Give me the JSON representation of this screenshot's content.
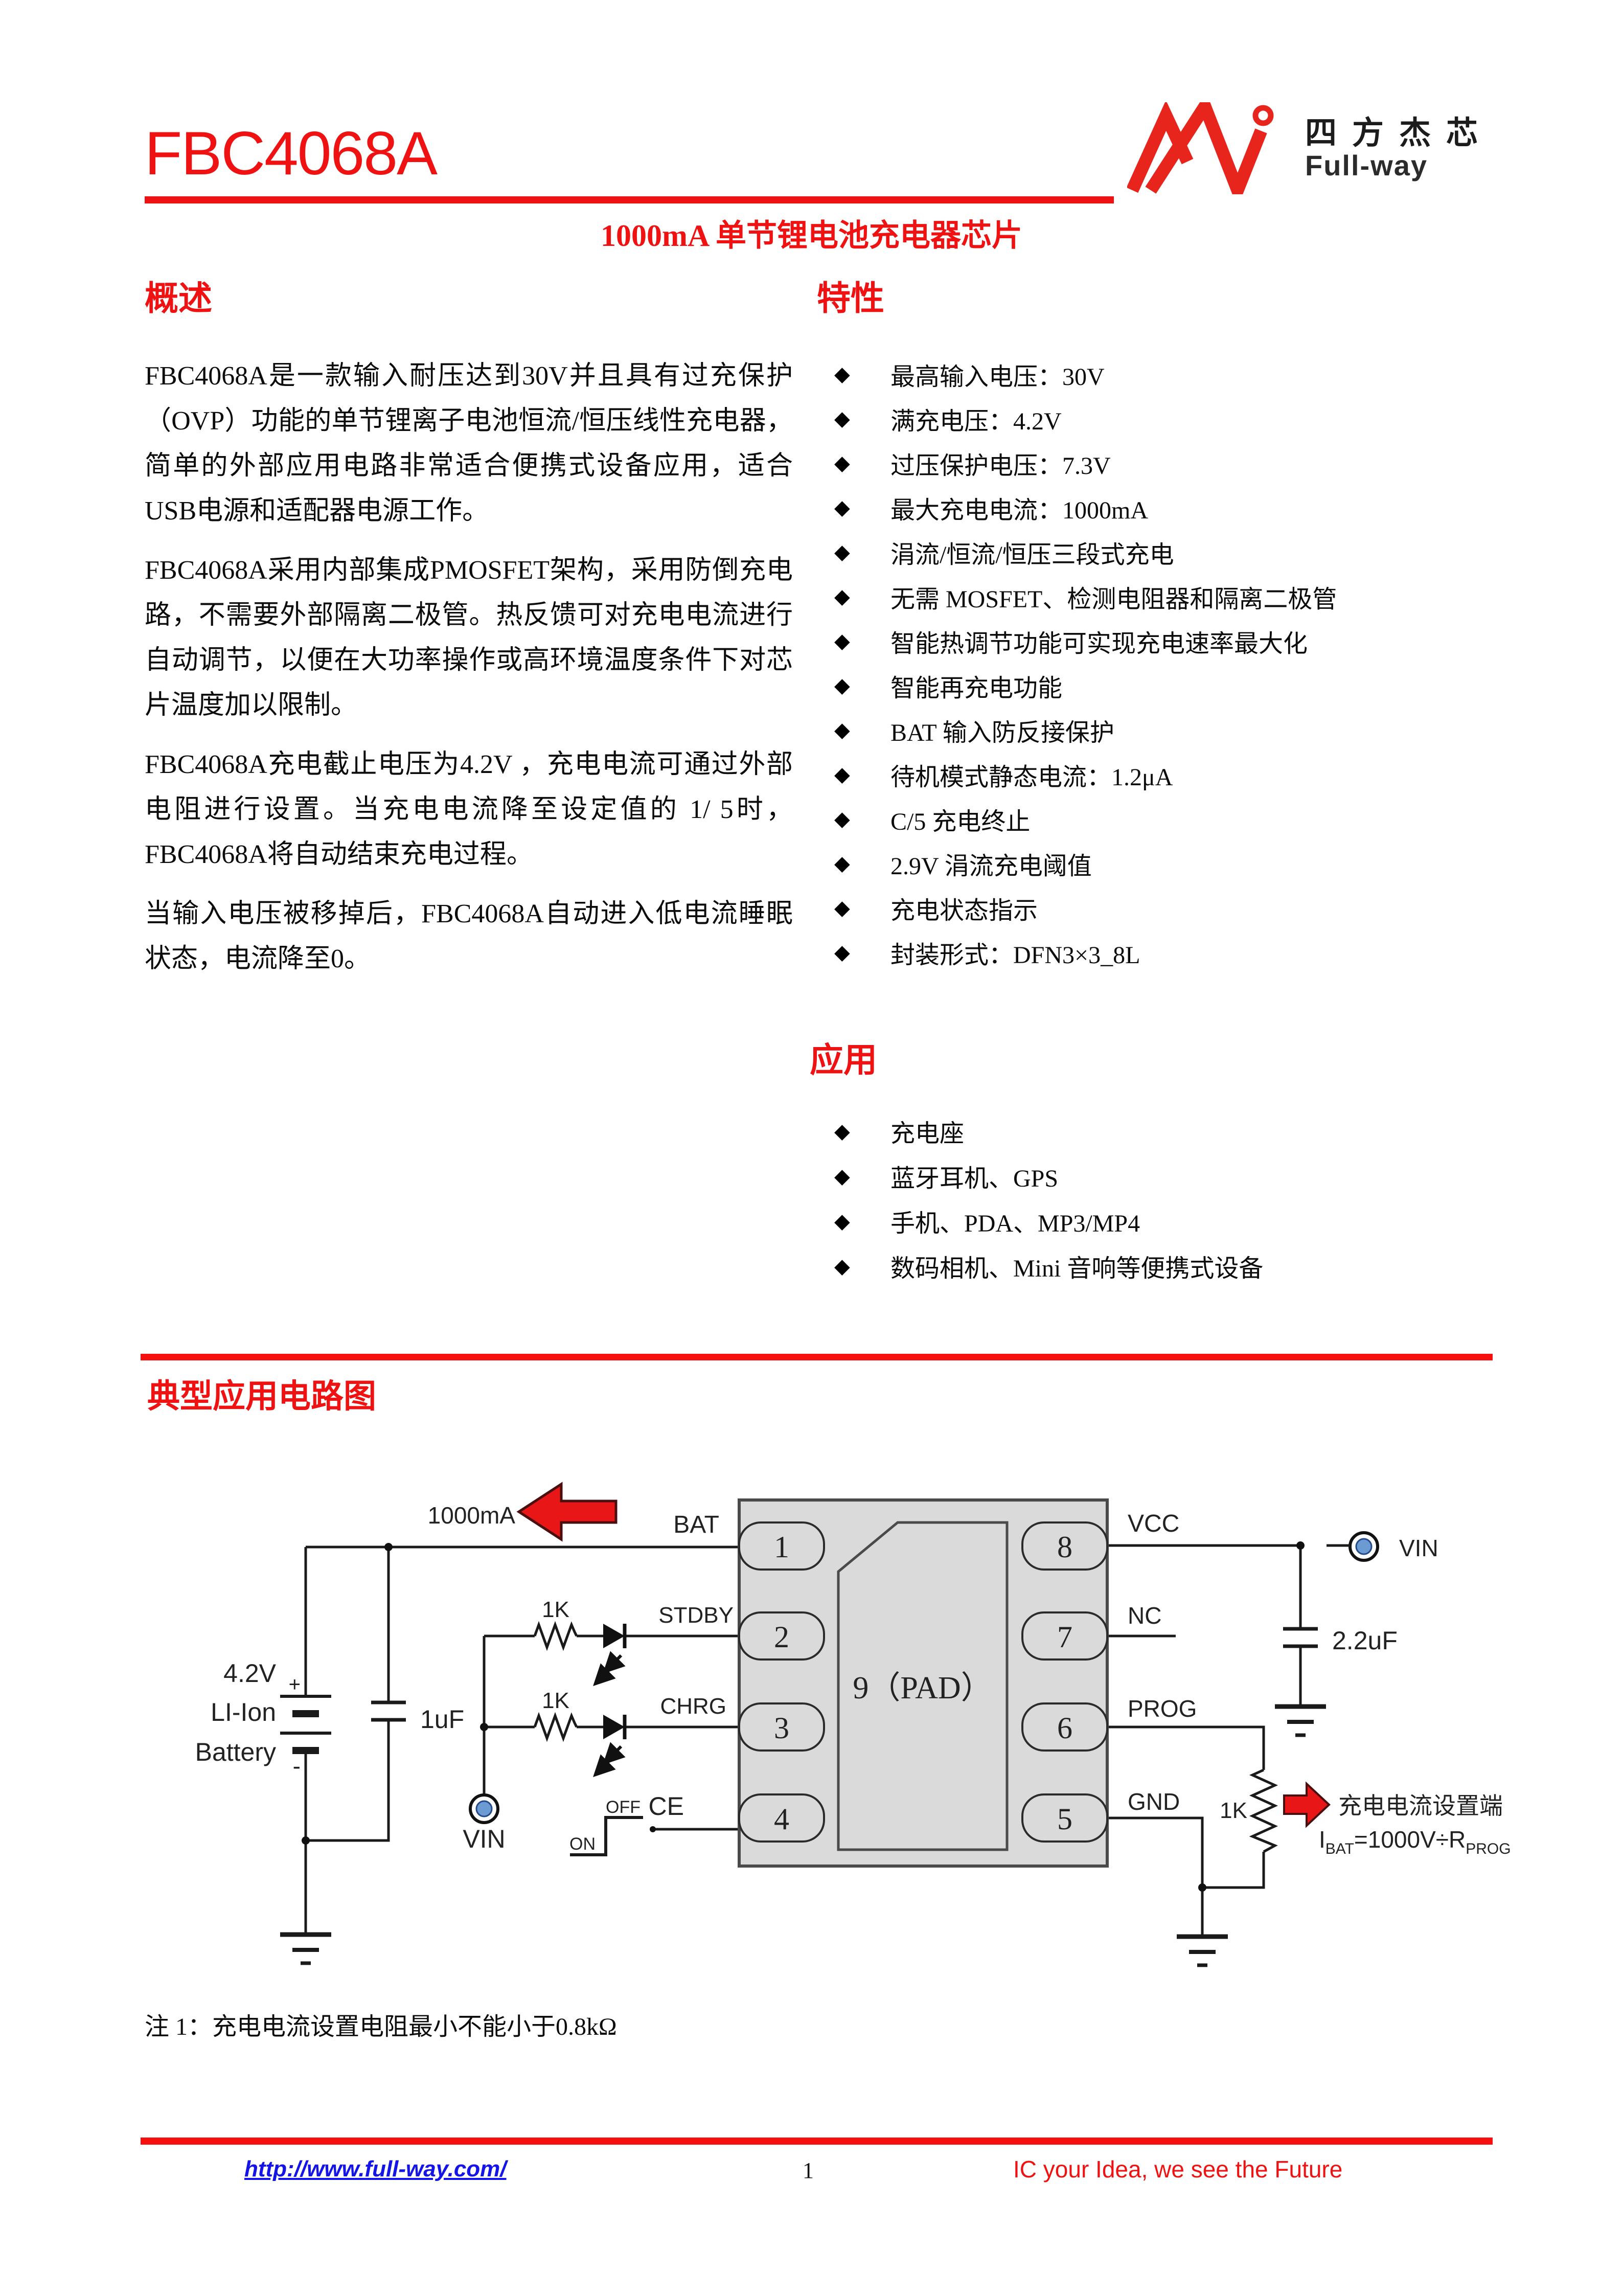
{
  "header": {
    "part_number": "FBC4068A",
    "logo_cn": "四方杰芯",
    "logo_en": "Full-way",
    "title": "1000mA 单节锂电池充电器芯片"
  },
  "overview": {
    "heading": "概述",
    "paragraphs": [
      "FBC4068A是一款输入耐压达到30V并且具有过充保护（OVP）功能的单节锂离子电池恒流/恒压线性充电器，简单的外部应用电路非常适合便携式设备应用，适合USB电源和适配器电源工作。",
      "FBC4068A采用内部集成PMOSFET架构，采用防倒充电路，不需要外部隔离二极管。热反馈可对充电电流进行自动调节，以便在大功率操作或高环境温度条件下对芯片温度加以限制。",
      "FBC4068A充电截止电压为4.2V ，充电电流可通过外部电阻进行设置。当充电电流降至设定值的 1/ 5时，FBC4068A将自动结束充电过程。",
      "当输入电压被移掉后，FBC4068A自动进入低电流睡眠状态，电流降至0。"
    ]
  },
  "features": {
    "heading": "特性",
    "items": [
      "最高输入电压：30V",
      "满充电压：4.2V",
      "过压保护电压：7.3V",
      "最大充电电流：1000mA",
      "涓流/恒流/恒压三段式充电",
      "无需 MOSFET、检测电阻器和隔离二极管",
      "智能热调节功能可实现充电速率最大化",
      "智能再充电功能",
      "BAT 输入防反接保护",
      "待机模式静态电流：1.2μA",
      "C/5 充电终止",
      "2.9V 涓流充电阈值",
      "充电状态指示",
      "封装形式：DFN3×3_8L"
    ]
  },
  "applications": {
    "heading": "应用",
    "items": [
      "充电座",
      "蓝牙耳机、GPS",
      "手机、PDA、MP3/MP4",
      "数码相机、Mini 音响等便携式设备"
    ]
  },
  "circuit": {
    "heading": "典型应用电路图",
    "note": "注 1：充电电流设置电阻最小不能小于0.8kΩ",
    "labels": {
      "current": "1000mA",
      "bat": "BAT",
      "stdby": "STDBY",
      "chrg": "CHRG",
      "ce": "CE",
      "off": "OFF",
      "on": "ON",
      "vin_left": "VIN",
      "battery_v": "4.2V",
      "battery_type": "LI-Ion",
      "battery_word": "Battery",
      "plus": "+",
      "minus": "-",
      "cap1": "1uF",
      "r_stdby": "1K",
      "r_chrg": "1K",
      "pad": "9（PAD）",
      "pins": [
        "1",
        "2",
        "3",
        "4",
        "5",
        "6",
        "7",
        "8"
      ],
      "vcc": "VCC",
      "nc": "NC",
      "prog": "PROG",
      "gnd": "GND",
      "vin_right": "VIN",
      "cap2": "2.2uF",
      "r_prog": "1K",
      "annotation": "充电电流设置端",
      "formula_i": "I",
      "formula_i_sub": "BAT",
      "formula_eq": "=1000V÷R",
      "formula_r_sub": "PROG"
    }
  },
  "footer": {
    "url": "http://www.full-way.com/",
    "page_number": "1",
    "slogan": "IC your Idea, we see the Future"
  },
  "colors": {
    "accent_red": "#ee1212",
    "arrow_red": "#e81616",
    "link_blue": "#1414e6",
    "vin_blue": "#6b9bd2",
    "ic_gray": "#dadada"
  }
}
